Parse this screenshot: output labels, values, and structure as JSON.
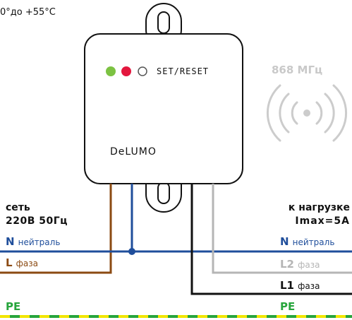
{
  "temperature_text": "0°до +55°C",
  "source": {
    "title": "сеть",
    "voltage": "220В 50Гц",
    "neutral_letter": "N",
    "neutral_label": "нейтраль",
    "phase_letter": "L",
    "phase_label": "фаза",
    "pe": "PE"
  },
  "load": {
    "title": "к нагрузке",
    "current": "Imax=5A",
    "neutral_letter": "N",
    "neutral_label": "нейтраль",
    "l2_letter": "L2",
    "l2_label": "фаза",
    "l1_letter": "L1",
    "l1_label": "фаза",
    "pe": "PE"
  },
  "device": {
    "button_label": "SET/RESET",
    "brand": "DeLUMO",
    "leds": [
      "green",
      "red",
      "off"
    ]
  },
  "radio": {
    "frequency": "868 МГц",
    "icon": "radio-waves-icon"
  },
  "colors": {
    "neutral": "#1f4e9b",
    "phase": "#8b4a12",
    "l2": "#b5b5b5",
    "l1": "#111111",
    "pe_green": "#27a53c",
    "pe_yellow": "#f2e600",
    "led_green": "#7cc242",
    "led_red": "#e3173e"
  }
}
